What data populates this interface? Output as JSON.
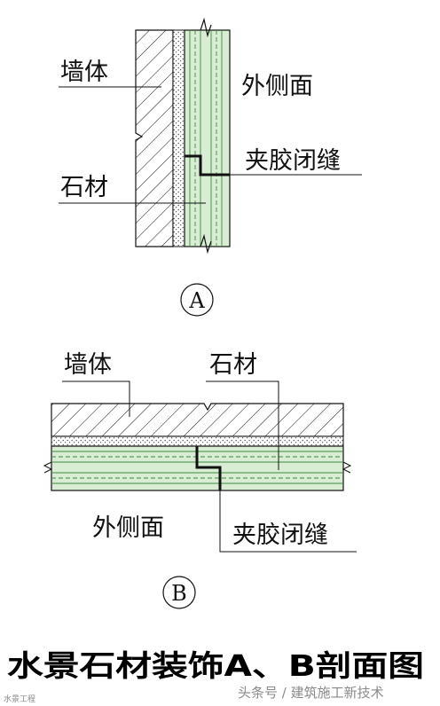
{
  "section_a": {
    "wall_label": "墙体",
    "outer_face_label": "外侧面",
    "joint_label": "夹胶闭缝",
    "stone_label": "石材",
    "marker": "A"
  },
  "section_b": {
    "wall_label": "墙体",
    "stone_label": "石材",
    "outer_face_label": "外侧面",
    "joint_label": "夹胶闭缝",
    "marker": "B"
  },
  "caption": "水景石材装饰A、B剖面图",
  "watermark": {
    "left": "水景工程",
    "right": "头条号 / 建筑施工新技术"
  },
  "colors": {
    "stone": "#d9ecd4",
    "stone_lines": "#3c8a3c",
    "line": "#111111",
    "mortar_dot": "#555555"
  }
}
